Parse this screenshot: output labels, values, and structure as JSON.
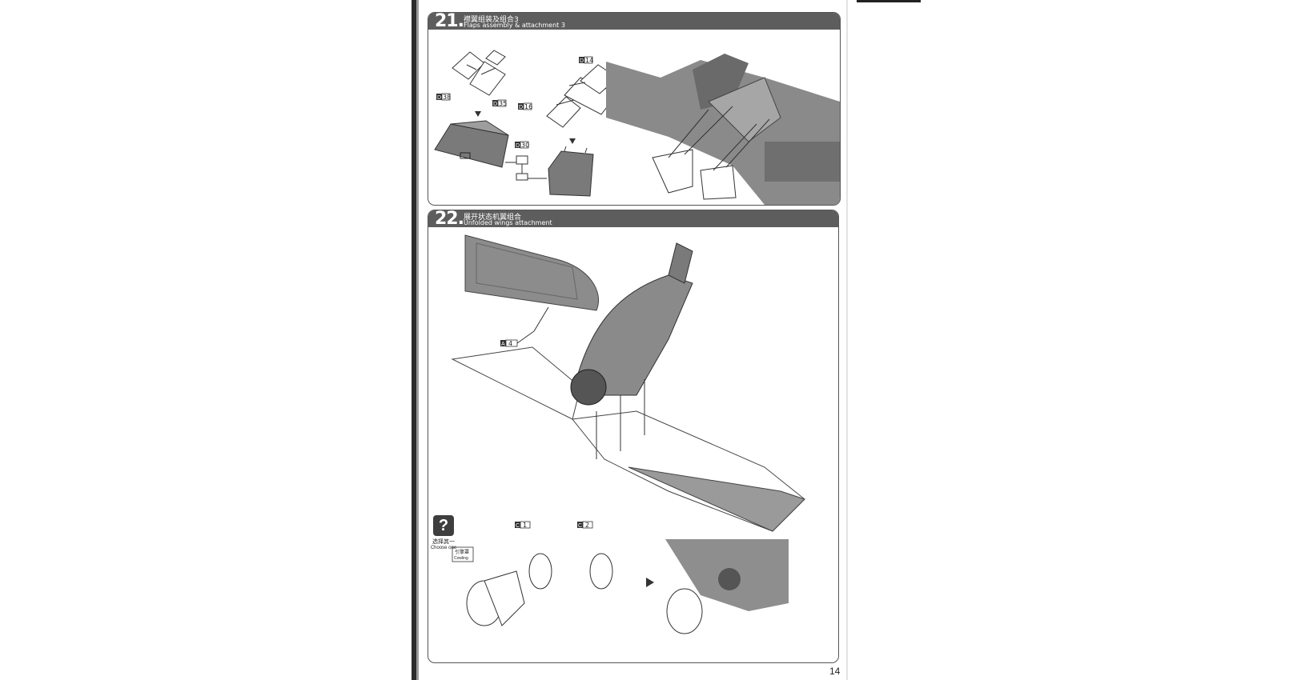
{
  "steps": [
    {
      "number": "21.",
      "title_cn": "襟翼组装及组合3",
      "title_en": "Flaps assembly & attachment 3"
    },
    {
      "number": "22.",
      "title_cn": "展开状态机翼组合",
      "title_en": "Unfolded wings attachment"
    }
  ],
  "parts21": {
    "d38": "38",
    "d35": "35",
    "d14": "14",
    "d16": "16",
    "d30": "30",
    "letter": "D"
  },
  "parts22": {
    "a4": "4",
    "a_letter": "A",
    "c1": "1",
    "c2": "2",
    "c_letter": "C",
    "cowling_cn": "引擎罩",
    "cowling_en": "Cowling"
  },
  "choose": {
    "cn": "选择其一",
    "en": "Choose one",
    "icon": "question-icon"
  },
  "page_number": "14"
}
